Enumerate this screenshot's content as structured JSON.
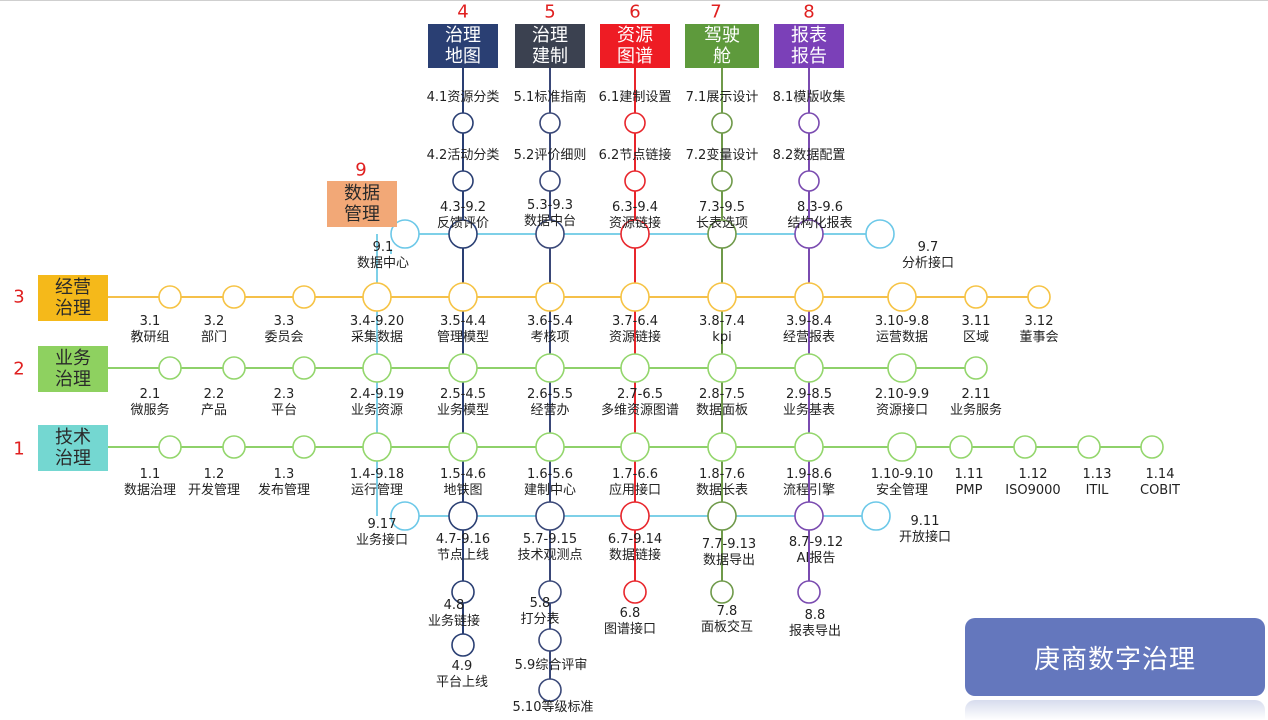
{
  "brand": {
    "title": "庚商数字治理"
  },
  "colors": {
    "yellow_line": "#f5c04a",
    "green_line": "#8ed16a",
    "cyan_line": "#7ed0e8",
    "node_yellow": "#f6c344",
    "node_green": "#93d66c",
    "node_cyan": "#6cc8e8",
    "navy": "#2a3f73",
    "slate": "#3a4878",
    "red": "#e8262c",
    "olive": "#6f9a4a",
    "purple": "#7a4bb0",
    "orange": "#e8925c"
  },
  "categories": [
    {
      "id": "c1",
      "num": "1",
      "label": "技术\n治理",
      "color": "#74d7d1",
      "text_color": "#2a2a2a"
    },
    {
      "id": "c2",
      "num": "2",
      "label": "业务\n治理",
      "color": "#8ed160",
      "text_color": "#2a2a2a"
    },
    {
      "id": "c3",
      "num": "3",
      "label": "经营\n治理",
      "color": "#f5b91a",
      "text_color": "#2a2a2a"
    },
    {
      "id": "c4",
      "num": "4",
      "label": "治理\n地图",
      "color": "#2a3f73",
      "text_color": "#ffffff"
    },
    {
      "id": "c5",
      "num": "5",
      "label": "治理\n建制",
      "color": "#3b4150",
      "text_color": "#ffffff"
    },
    {
      "id": "c6",
      "num": "6",
      "label": "资源\n图谱",
      "color": "#ee1c24",
      "text_color": "#ffffff"
    },
    {
      "id": "c7",
      "num": "7",
      "label": "驾驶\n舱",
      "color": "#5e9a3c",
      "text_color": "#ffffff"
    },
    {
      "id": "c8",
      "num": "8",
      "label": "报表\n报告",
      "color": "#7b40b8",
      "text_color": "#ffffff"
    },
    {
      "id": "c9",
      "num": "9",
      "label": "数据\n管理",
      "color": "#f2a877",
      "text_color": "#2a2a2a"
    }
  ],
  "rows": {
    "r3": [
      {
        "code": "3.1",
        "name": "教研组"
      },
      {
        "code": "3.2",
        "name": "部门"
      },
      {
        "code": "3.3",
        "name": "委员会"
      },
      {
        "code": "3.4-9.20",
        "name": "采集数据"
      },
      {
        "code": "3.5-4.4",
        "name": "管理模型"
      },
      {
        "code": "3.6-5.4",
        "name": "考核项"
      },
      {
        "code": "3.7-6.4",
        "name": "资源链接"
      },
      {
        "code": "3.8-7.4",
        "name": "kpi"
      },
      {
        "code": "3.9-8.4",
        "name": "经营报表"
      },
      {
        "code": "3.10-9.8",
        "name": "运营数据"
      },
      {
        "code": "3.11",
        "name": "区域"
      },
      {
        "code": "3.12",
        "name": "董事会"
      }
    ],
    "r2": [
      {
        "code": "2.1",
        "name": "微服务"
      },
      {
        "code": "2.2",
        "name": "产品"
      },
      {
        "code": "2.3",
        "name": "平台"
      },
      {
        "code": "2.4-9.19",
        "name": "业务资源"
      },
      {
        "code": "2.5-4.5",
        "name": "业务模型"
      },
      {
        "code": "2.6-5.5",
        "name": "经营办"
      },
      {
        "code": "2.7-6.5",
        "name": "多维资源图谱"
      },
      {
        "code": "2.8-7.5",
        "name": "数据面板"
      },
      {
        "code": "2.9-8.5",
        "name": "业务基表"
      },
      {
        "code": "2.10-9.9",
        "name": "资源接口"
      },
      {
        "code": "2.11",
        "name": "业务服务"
      }
    ],
    "r1": [
      {
        "code": "1.1",
        "name": "数据治理"
      },
      {
        "code": "1.2",
        "name": "开发管理"
      },
      {
        "code": "1.3",
        "name": "发布管理"
      },
      {
        "code": "1.4-9.18",
        "name": "运行管理"
      },
      {
        "code": "1.5-4.6",
        "name": "地铁图"
      },
      {
        "code": "1.6-5.6",
        "name": "建制中心"
      },
      {
        "code": "1.7-6.6",
        "name": "应用接口"
      },
      {
        "code": "1.8-7.6",
        "name": "数据长表"
      },
      {
        "code": "1.9-8.6",
        "name": "流程引擎"
      },
      {
        "code": "1.10-9.10",
        "name": "安全管理"
      },
      {
        "code": "1.11",
        "name": "PMP"
      },
      {
        "code": "1.12",
        "name": "ISO9000"
      },
      {
        "code": "1.13",
        "name": "ITIL"
      },
      {
        "code": "1.14",
        "name": "COBIT"
      }
    ],
    "top_cross": [
      {
        "code": "9.1",
        "name": "数据中心"
      },
      {
        "code": "4.3-9.2",
        "name": "反馈评价"
      },
      {
        "code": "5.3-9.3",
        "name": "数据中台"
      },
      {
        "code": "6.3-9.4",
        "name": "资源链接"
      },
      {
        "code": "7.3-9.5",
        "name": "长表选项"
      },
      {
        "code": "8.3-9.6",
        "name": "结构化报表"
      },
      {
        "code": "9.7",
        "name": "分析接口"
      }
    ],
    "bottom_cross": [
      {
        "code": "9.17",
        "name": "业务接口"
      },
      {
        "code": "4.7-9.16",
        "name": "节点上线"
      },
      {
        "code": "5.7-9.15",
        "name": "技术观测点"
      },
      {
        "code": "6.7-9.14",
        "name": "数据链接"
      },
      {
        "code": "7.7-9.13",
        "name": "数据导出"
      },
      {
        "code": "8.7-9.12",
        "name": "AI报告"
      },
      {
        "code": "9.11",
        "name": "开放接口"
      }
    ]
  },
  "columns": {
    "c4_top": [
      "4.1资源分类",
      "4.2活动分类"
    ],
    "c5_top": [
      "5.1标准指南",
      "5.2评价细则"
    ],
    "c6_top": [
      "6.1建制设置",
      "6.2节点链接"
    ],
    "c7_top": [
      "7.1展示设计",
      "7.2变量设计"
    ],
    "c8_top": [
      "8.1模版收集",
      "8.2数据配置"
    ],
    "c4_bottom": [
      {
        "code": "4.8",
        "name": "业务链接"
      },
      {
        "code": "4.9",
        "name": "平台上线"
      }
    ],
    "c5_bottom": [
      {
        "code": "5.8",
        "name": "打分表"
      },
      {
        "code": "",
        "name": "5.9综合评审"
      },
      {
        "code": "",
        "name": "5.10等级标准"
      }
    ],
    "c6_bottom": [
      {
        "code": "6.8",
        "name": "图谱接口"
      }
    ],
    "c7_bottom": [
      {
        "code": "7.8",
        "name": "面板交互"
      }
    ],
    "c8_bottom": [
      {
        "code": "8.8",
        "name": "报表导出"
      }
    ]
  }
}
